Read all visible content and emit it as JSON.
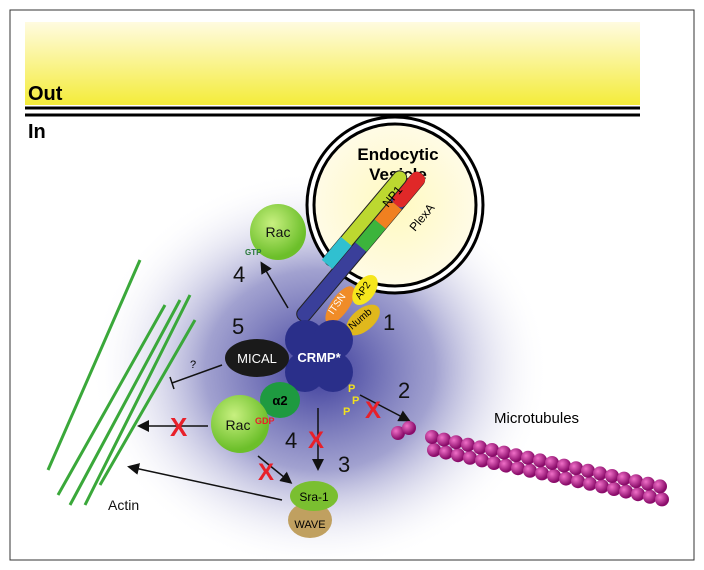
{
  "labels": {
    "out": "Out",
    "in": "In",
    "vesicle_line1": "Endocytic",
    "vesicle_line2": "Vesicle",
    "np1": "NP1",
    "plexa": "PlexA",
    "rac_top": "Rac",
    "gtp": "GTP",
    "itsn": "ITSN",
    "ap2": "AP2",
    "numb": "Numb",
    "mical": "MICAL",
    "crmp": "CRMP*",
    "p": "P",
    "question": "?",
    "alpha2": "α2",
    "rac_bottom": "Rac",
    "gdp": "GDP",
    "sra1": "Sra-1",
    "wave": "WAVE",
    "microtubules": "Microtubules",
    "actin": "Actin"
  },
  "steps": {
    "s1": "1",
    "s2": "2",
    "s3": "3",
    "s4a": "4",
    "s4b": "4",
    "s5": "5"
  },
  "colors": {
    "inhibit_x": "#e8202a",
    "rac": "#8cd43a",
    "crmp": "#2a2f8a",
    "microtubule": "#c0148c",
    "actin": "#3aa83a"
  }
}
